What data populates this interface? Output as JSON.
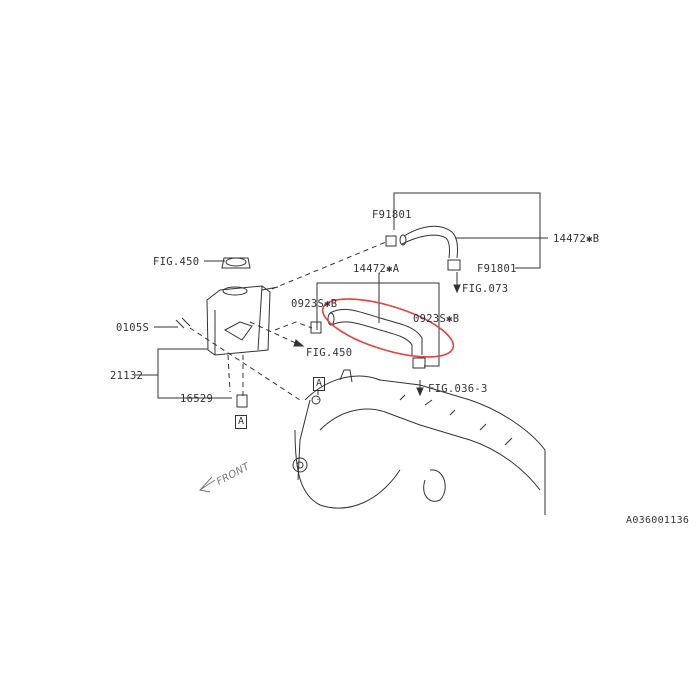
{
  "labels": {
    "f91801_top": "F91801",
    "p14472_b": "14472✱B",
    "f91801_bottom": "F91801",
    "fig073": "FIG.073",
    "p14472_a": "14472✱A",
    "p0923s_b_left": "0923S✱B",
    "p0923s_b_right": "0923S✱B",
    "fig450_cap": "FIG.450",
    "fig450_hose": "FIG.450",
    "p0105s": "0105S",
    "p21132": "21132",
    "p16529": "16529",
    "ref_a_manifold": "A",
    "ref_a_tank": "A",
    "fig036_3": "FIG.036-3",
    "front": "FRONT",
    "diagram_id": "A036001136"
  },
  "colors": {
    "line": "#333333",
    "highlight": "#e0453f"
  }
}
